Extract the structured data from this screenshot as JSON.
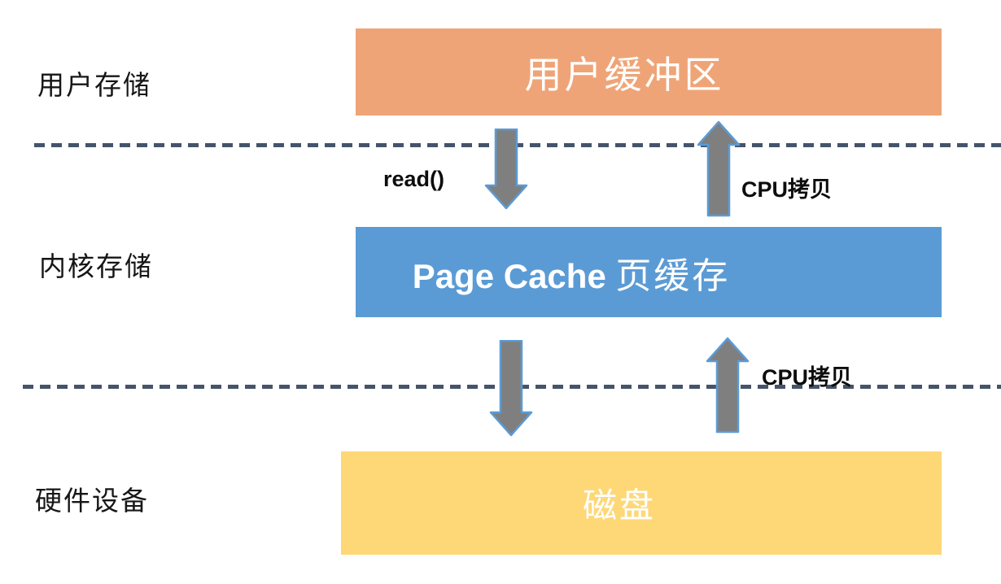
{
  "diagram": {
    "layers": {
      "user": {
        "label": "用户存储",
        "box_text": "用户缓冲区"
      },
      "kernel": {
        "label": "内核存储",
        "box_text_en": "Page Cache",
        "box_text_zh": "页缓存"
      },
      "hardware": {
        "label": "硬件设备",
        "box_text": "磁盘"
      }
    },
    "annotations": {
      "read_call": "read()",
      "cpu_copy_upper": "CPU拷贝",
      "cpu_copy_lower": "CPU拷贝"
    },
    "colors": {
      "user_buffer_box": "#EFA477",
      "page_cache_box": "#5B9BD5",
      "disk_box": "#FED877",
      "boundary_dash": "#44546A",
      "arrow_fill": "#7F7F7F",
      "arrow_stroke": "#5B9BD5",
      "box_text": "#FFFFFF",
      "label_text": "#161616"
    }
  }
}
